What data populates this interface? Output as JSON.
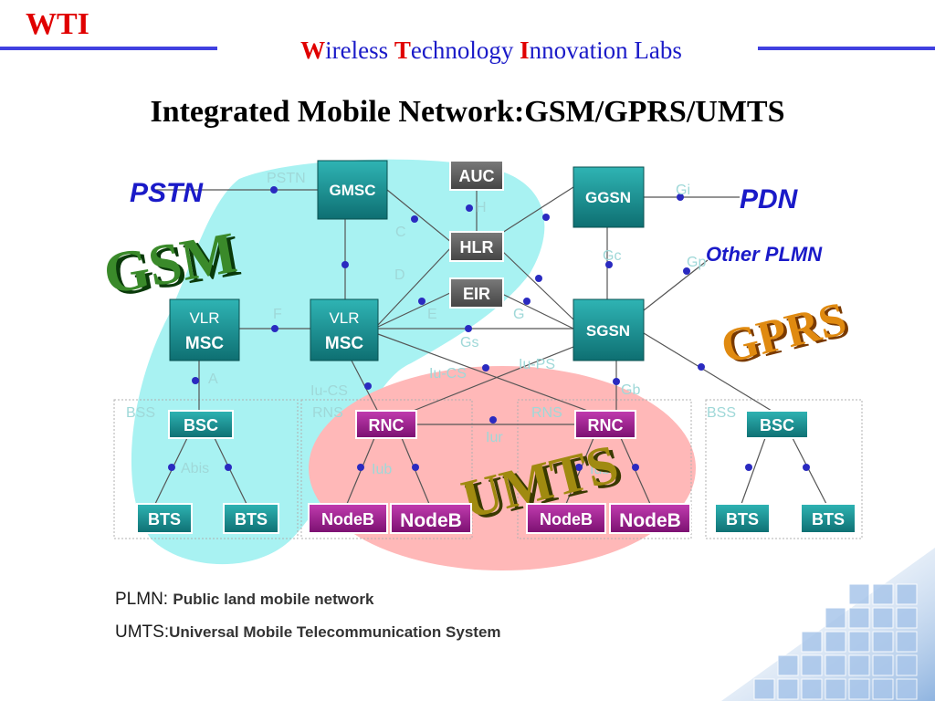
{
  "header": {
    "logo": "WTI",
    "lab_title": {
      "w": "W",
      "w_rest": "ireless ",
      "t": "T",
      "t_rest": "echnology ",
      "i": "I",
      "i_rest": "nnovation Labs"
    }
  },
  "title": "Integrated Mobile Network:GSM/GPRS/UMTS",
  "diagram": {
    "clouds": {
      "pstn": "PSTN",
      "pdn": "PDN",
      "other_plmn": "Other PLMN"
    },
    "badges": {
      "gsm": "GSM",
      "gprs": "GPRS",
      "umts": "UMTS"
    },
    "nodes": {
      "gmsc": "GMSC",
      "auc": "AUC",
      "hlr": "HLR",
      "eir": "EIR",
      "ggsn": "GGSN",
      "sgsn": "SGSN",
      "vlr": "VLR",
      "msc": "MSC",
      "bsc": "BSC",
      "rnc": "RNC",
      "bts": "BTS",
      "nodeb": "NodeB"
    },
    "interfaces": {
      "pstn_if": "PSTN",
      "h": "H",
      "c": "C",
      "d": "D",
      "f": "F",
      "e": "E",
      "g": "G",
      "gs": "Gs",
      "gc": "Gc",
      "gi": "Gi",
      "gp": "Gp",
      "a": "A",
      "abis": "Abis",
      "iu_cs": "Iu-CS",
      "iu_ps": "Iu-PS",
      "iur": "Iur",
      "iub": "Iub",
      "gb": "Gb"
    },
    "groups": {
      "bss": "BSS",
      "rns": "RNS"
    }
  },
  "legend": [
    {
      "term": "PLMN: ",
      "definition": "Public land mobile network"
    },
    {
      "term": "UMTS:",
      "definition": "Universal Mobile Telecommunication System"
    }
  ],
  "colors": {
    "brand_red": "#e00000",
    "title_blue": "#1a1ac8",
    "teal": "#1a8c8c",
    "magenta": "#9c1a8c",
    "gray_box": "#555555",
    "gsm_area": "#a8f2f2",
    "umts_area": "#ffb8b8"
  }
}
